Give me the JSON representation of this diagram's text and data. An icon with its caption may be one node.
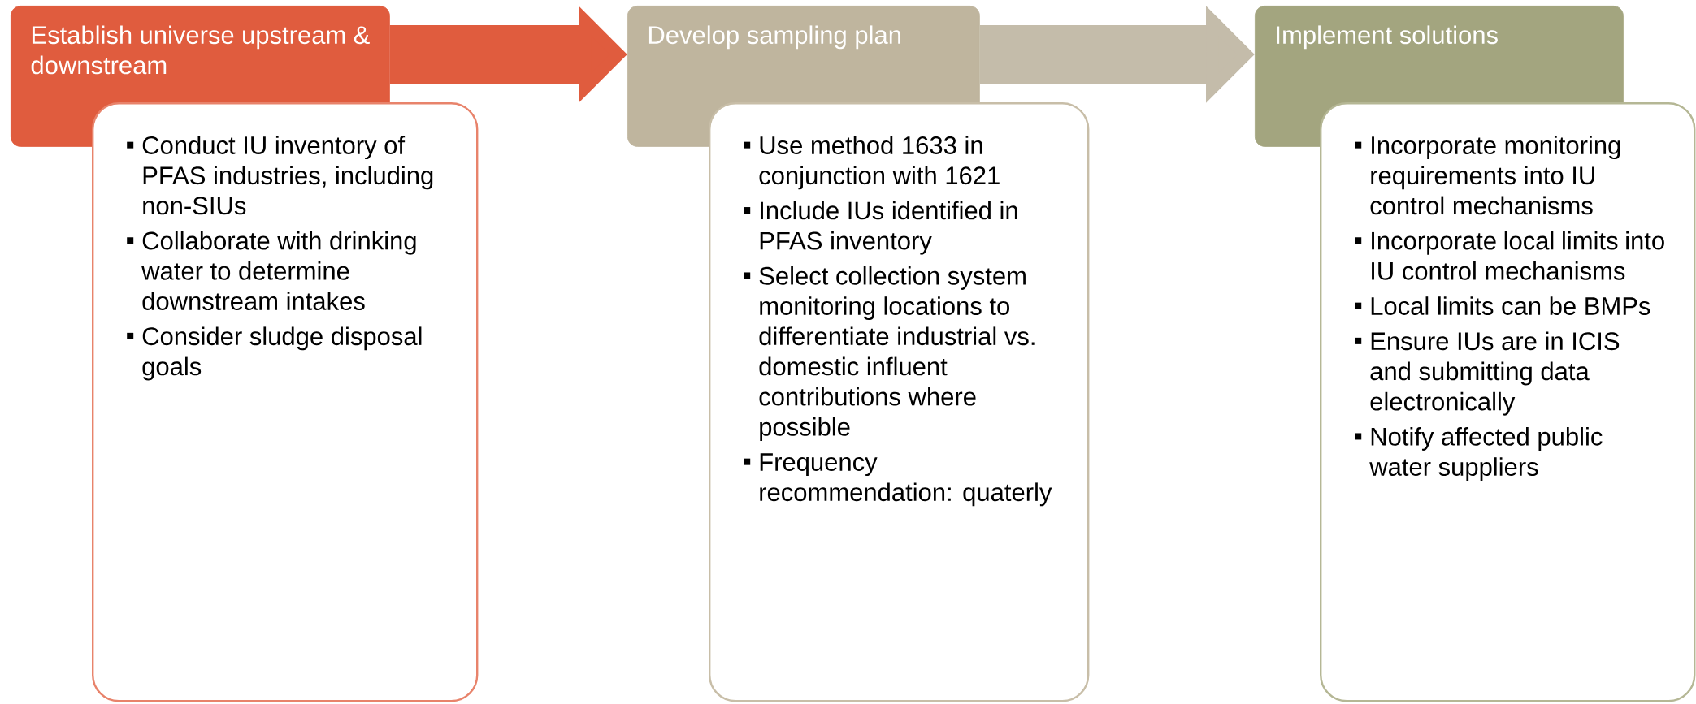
{
  "diagram": {
    "nodes": [
      {
        "text": [
          "Establish universe upstream & downstream"
        ]
      },
      {
        "text": [
          "Conduct IU inventory of PFAS industries, including non-SIUs",
          "Collaborate with drinking water to determine downstream intakes",
          "Consider sludge disposal goals"
        ]
      },
      {
        "text": [
          "Develop sampling plan"
        ]
      },
      {
        "text": [
          "Use method 1633 in conjunction with 1621",
          "Include IUs identified in PFAS inventory",
          "Select collection system monitoring locations to differentiate industrial vs. domestic influent contributions where possible",
          "Frequency recommendation: quaterly"
        ]
      },
      {
        "text": [
          "Implement solutions"
        ]
      },
      {
        "text": [
          "Incorporate monitoring requirements into IU control mechanisms",
          "Incorporate local limits into IU control mechanisms",
          "Local limits can be BMPs",
          "Ensure IUs are in ICIS and submitting data electronically",
          "Notify affected public water suppliers"
        ]
      }
    ],
    "edges": [
      {
        "from": 0,
        "to": 2,
        "arrow": "to",
        "color": "#e05c3e"
      },
      {
        "from": 2,
        "to": 4,
        "arrow": "to",
        "color": "#c4bcaa"
      }
    ]
  }
}
